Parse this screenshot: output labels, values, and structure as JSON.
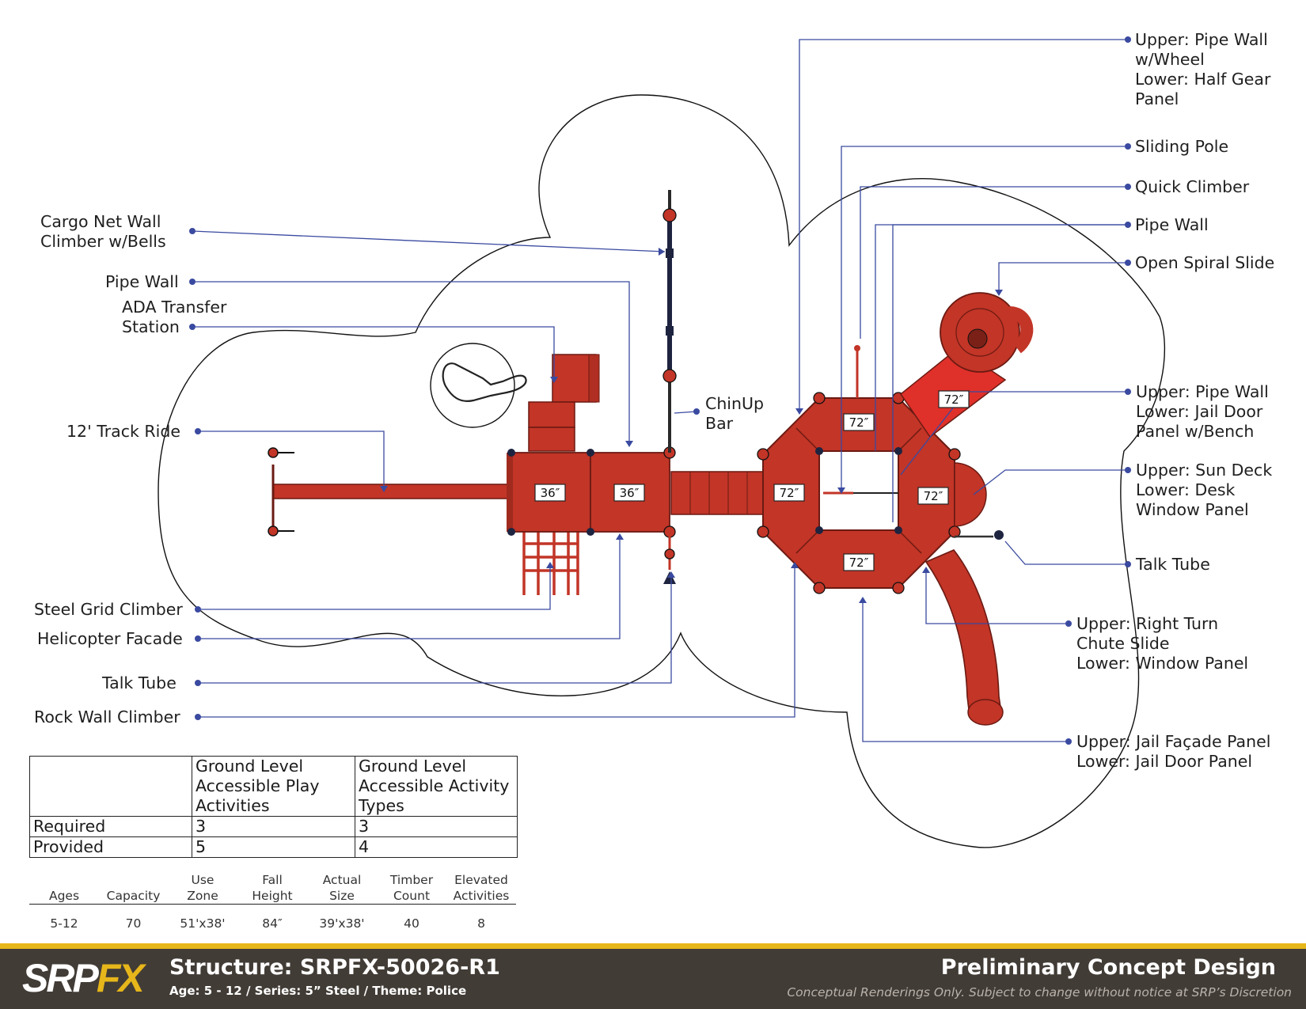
{
  "callouts_left": [
    {
      "id": "cargo-net",
      "text": "Cargo Net Wall\nClimber w/Bells"
    },
    {
      "id": "pipe-wall-left",
      "text": "Pipe Wall"
    },
    {
      "id": "ada-transfer",
      "text": "ADA Transfer\nStation"
    },
    {
      "id": "track-ride",
      "text": "12' Track Ride"
    },
    {
      "id": "steel-grid",
      "text": "Steel Grid Climber"
    },
    {
      "id": "helicopter",
      "text": "Helicopter Facade"
    },
    {
      "id": "talk-tube-left",
      "text": "Talk Tube"
    },
    {
      "id": "rock-wall",
      "text": "Rock Wall Climber"
    }
  ],
  "callouts_center": [
    {
      "id": "chinup",
      "text": "ChinUp\nBar"
    }
  ],
  "callouts_right": [
    {
      "id": "pipe-wall-wheel",
      "text": "Upper: Pipe Wall\nw/Wheel\nLower: Half Gear\nPanel"
    },
    {
      "id": "sliding-pole",
      "text": "Sliding Pole"
    },
    {
      "id": "quick-climber",
      "text": "Quick Climber"
    },
    {
      "id": "pipe-wall-right",
      "text": "Pipe Wall"
    },
    {
      "id": "spiral-slide",
      "text": "Open Spiral Slide"
    },
    {
      "id": "jail-door-bench",
      "text": "Upper: Pipe Wall\nLower: Jail Door\nPanel w/Bench"
    },
    {
      "id": "sun-deck",
      "text": "Upper: Sun Deck\nLower: Desk\nWindow Panel"
    },
    {
      "id": "talk-tube-right",
      "text": "Talk Tube"
    },
    {
      "id": "chute-slide",
      "text": "Upper: Right Turn\nChute Slide\nLower: Window Panel"
    },
    {
      "id": "jail-facade",
      "text": "Upper: Jail Façade Panel\nLower: Jail Door Panel"
    }
  ],
  "deck_heights": {
    "d1": "36″",
    "d2": "36″",
    "d3": "72″",
    "d4": "72″",
    "d5": "72″",
    "d6": "72″",
    "d7": "72″"
  },
  "accessibility_table": {
    "headers": [
      "",
      "Ground Level\nAccessible Play\nActivities",
      "Ground Level\nAccessible Activity\nTypes"
    ],
    "rows": [
      {
        "label": "Required",
        "play": "3",
        "types": "3"
      },
      {
        "label": "Provided",
        "play": "5",
        "types": "4"
      }
    ]
  },
  "specs": {
    "headers": [
      "Ages",
      "Capacity",
      "Use\nZone",
      "Fall\nHeight",
      "Actual\nSize",
      "Timber\nCount",
      "Elevated\nActivities"
    ],
    "values": [
      "5-12",
      "70",
      "51'x38'",
      "84″",
      "39'x38'",
      "40",
      "8"
    ]
  },
  "footer": {
    "logo_main": "SRP",
    "logo_accent": "FX",
    "structure_title": "Structure: SRPFX-50026-R1",
    "structure_sub": "Age: 5  - 12 / Series: 5” Steel / Theme: Police",
    "pcd_title": "Preliminary Concept Design",
    "disclaimer": "Conceptual Renderings Only. Subject to change without notice at SRP’s Discretion"
  },
  "colors": {
    "structure_red": "#c23527",
    "roof_red": "#e0302a",
    "leader_blue": "#3a4aa0",
    "footer_bg": "#423c36",
    "footer_accent": "#e6b61b"
  }
}
